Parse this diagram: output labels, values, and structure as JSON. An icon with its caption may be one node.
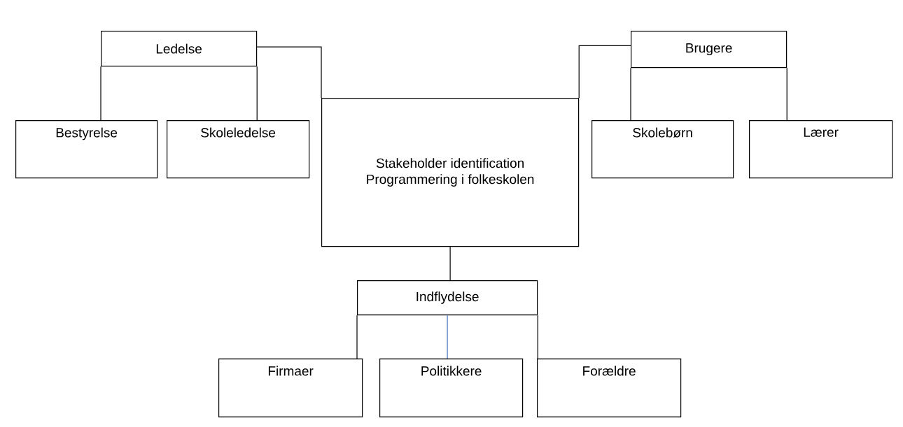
{
  "diagram": {
    "nodes": [
      {
        "text": [
          "Ledelse"
        ]
      },
      {
        "text": [
          "Bestyrelse"
        ]
      },
      {
        "text": [
          "Skoleledelse"
        ]
      },
      {
        "text": [
          "Stakeholder identification Programmering i folkeskolen"
        ]
      },
      {
        "text": [
          "Brugere"
        ]
      },
      {
        "text": [
          "Skolebørn"
        ]
      },
      {
        "text": [
          "Lærer"
        ]
      },
      {
        "text": [
          "Indflydelse"
        ]
      },
      {
        "text": [
          "Firmaer"
        ]
      },
      {
        "text": [
          "Politikkere"
        ]
      },
      {
        "text": [
          "Forældre"
        ]
      }
    ],
    "edges": [
      {
        "from": 0,
        "to": 1,
        "arrow": "none"
      },
      {
        "from": 0,
        "to": 2,
        "arrow": "none"
      },
      {
        "from": 0,
        "to": 3,
        "arrow": "none"
      },
      {
        "from": 4,
        "to": 3,
        "arrow": "none"
      },
      {
        "from": 4,
        "to": 5,
        "arrow": "none"
      },
      {
        "from": 4,
        "to": 6,
        "arrow": "none"
      },
      {
        "from": 3,
        "to": 7,
        "arrow": "none"
      },
      {
        "from": 7,
        "to": 8,
        "arrow": "none"
      },
      {
        "from": 7,
        "to": 9,
        "arrow": "none",
        "color": "#4472c4"
      },
      {
        "from": 7,
        "to": 10,
        "arrow": "none"
      }
    ]
  }
}
